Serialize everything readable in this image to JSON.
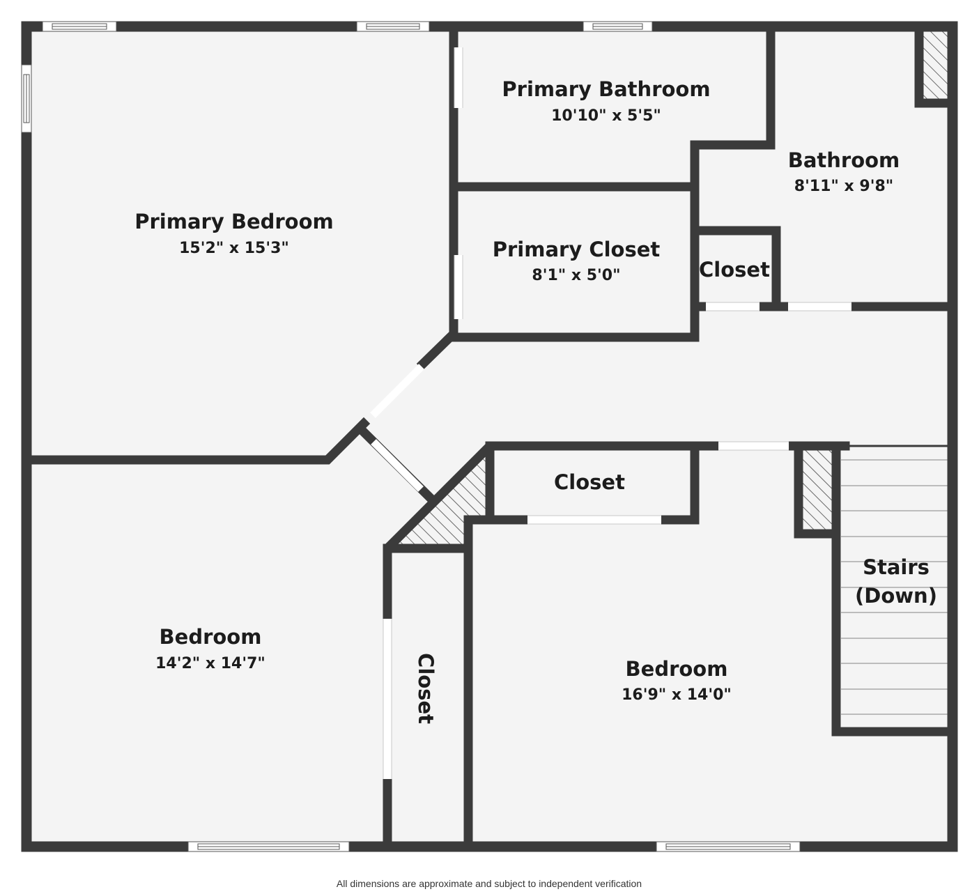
{
  "rooms": {
    "primary_bedroom": {
      "name": "Primary Bedroom",
      "dims": "15'2\" x 15'3\""
    },
    "primary_bathroom": {
      "name": "Primary Bathroom",
      "dims": "10'10\" x 5'5\""
    },
    "bathroom": {
      "name": "Bathroom",
      "dims": "8'11\" x 9'8\""
    },
    "primary_closet": {
      "name": "Primary Closet",
      "dims": "8'1\" x 5'0\""
    },
    "hall_closet": {
      "name": "Closet"
    },
    "bedroom_closet_top": {
      "name": "Closet"
    },
    "bedroom_closet_side": {
      "name": "Closet"
    },
    "bedroom_left": {
      "name": "Bedroom",
      "dims": "14'2\" x 14'7\""
    },
    "bedroom_right": {
      "name": "Bedroom",
      "dims": "16'9\" x 14'0\""
    },
    "stairs": {
      "line1": "Stairs",
      "line2": "(Down)"
    }
  },
  "disclaimer": "All dimensions are approximate and subject to independent verification",
  "colors": {
    "wall": "#3b3b3b",
    "floor": "#f4f4f4",
    "opening": "#ffffff",
    "hatch": "#3b3b3b"
  }
}
